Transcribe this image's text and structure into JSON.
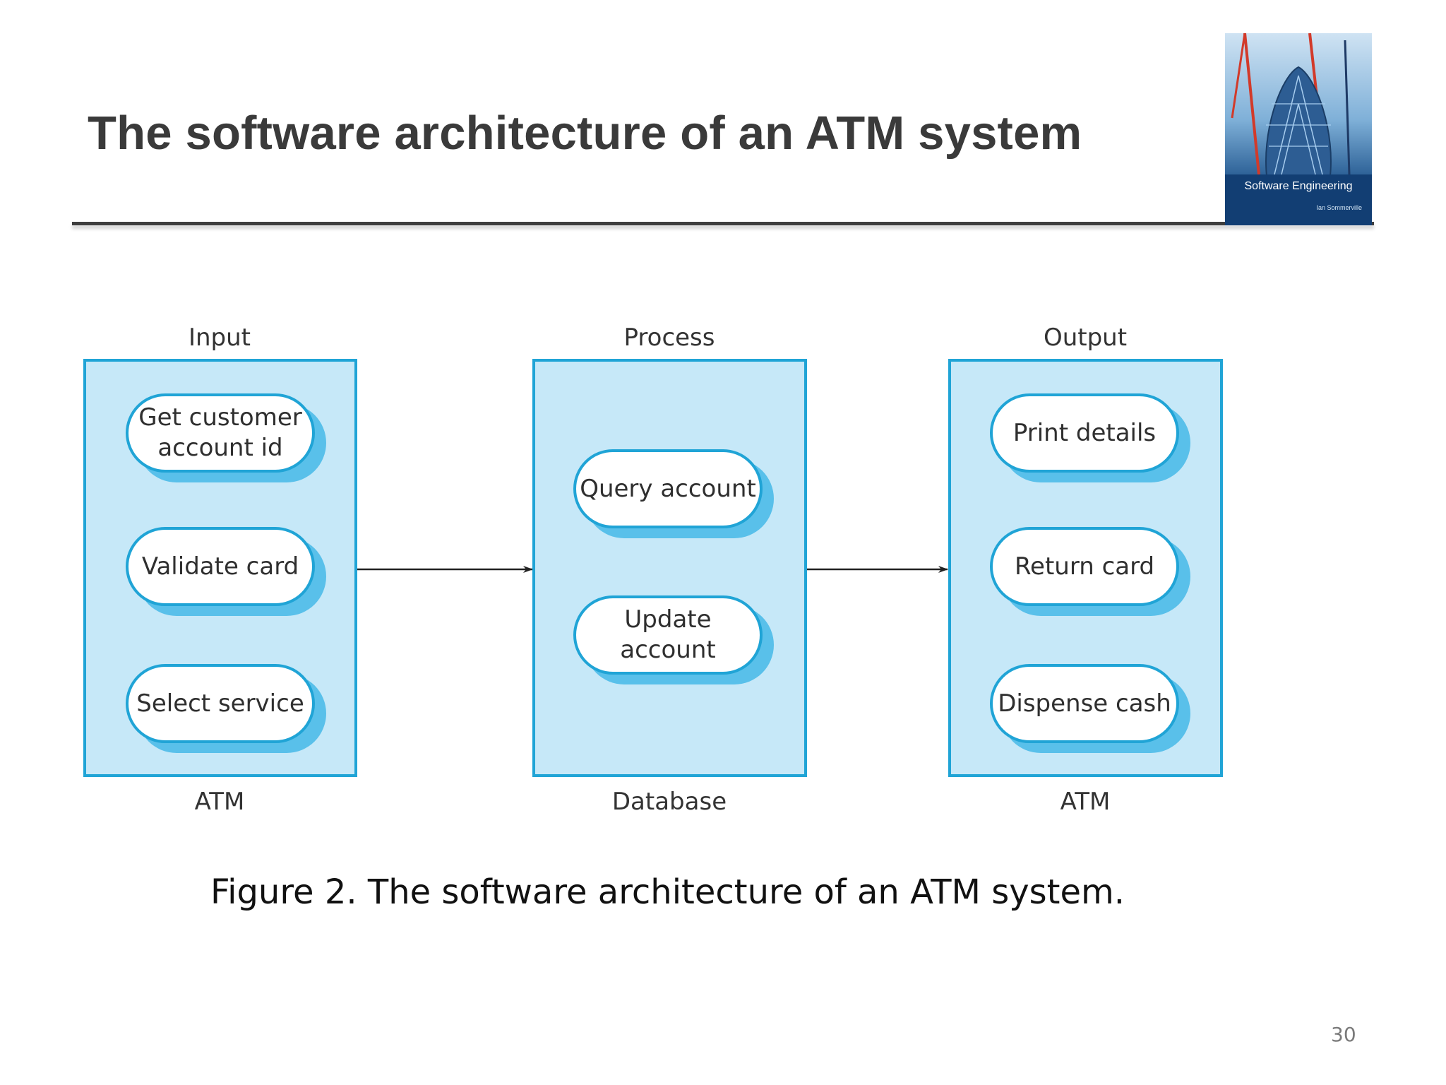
{
  "slide": {
    "title": "The software architecture of an ATM system",
    "caption": "Figure 2. The software architecture of an ATM system.",
    "page_number": "30"
  },
  "cover_image": {
    "title": "Software Engineering",
    "author": "Ian Sommerville"
  },
  "diagram": {
    "components": [
      {
        "stage": "Input",
        "platform": "ATM",
        "functions": [
          "Get customer\naccount id",
          "Validate card",
          "Select service"
        ]
      },
      {
        "stage": "Process",
        "platform": "Database",
        "functions": [
          "Query account",
          "Update account"
        ]
      },
      {
        "stage": "Output",
        "platform": "ATM",
        "functions": [
          "Print details",
          "Return card",
          "Dispense cash"
        ]
      }
    ],
    "flows": [
      {
        "from": "Input",
        "to": "Process"
      },
      {
        "from": "Process",
        "to": "Output"
      }
    ],
    "colors": {
      "box_fill": "#c6e8f8",
      "box_border": "#20a4d6",
      "pill_shadow": "#59c0ea",
      "arrow": "#222222"
    }
  }
}
